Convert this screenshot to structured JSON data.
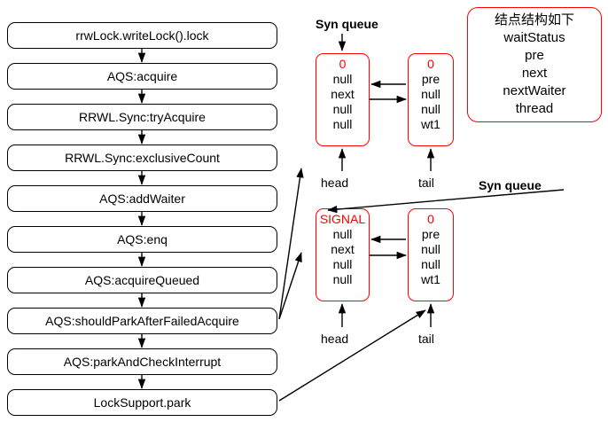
{
  "colors": {
    "node_border": "#FF0000",
    "status_text": "#FF0000",
    "box_border": "#000000",
    "arrow": "#000000",
    "background": "#FFFFFF"
  },
  "flow": {
    "steps": [
      {
        "label": "rrwLock.writeLock().lock"
      },
      {
        "label": "AQS:acquire"
      },
      {
        "label": "RRWL.Sync:tryAcquire"
      },
      {
        "label": "RRWL.Sync:exclusiveCount"
      },
      {
        "label": "AQS:addWaiter"
      },
      {
        "label": "AQS:enq"
      },
      {
        "label": "AQS:acquireQueued"
      },
      {
        "label": "AQS:shouldParkAfterFailedAcquire"
      },
      {
        "label": "AQS:parkAndCheckInterrupt"
      },
      {
        "label": "LockSupport.park"
      }
    ]
  },
  "queues": [
    {
      "title": "Syn queue",
      "head_label": "head",
      "tail_label": "tail",
      "nodes": [
        {
          "name": "head-node",
          "fields": [
            "0",
            "null",
            "next",
            "null",
            "null"
          ]
        },
        {
          "name": "tail-node",
          "fields": [
            "0",
            "pre",
            "null",
            "null",
            "wt1"
          ]
        }
      ]
    },
    {
      "title": "Syn queue",
      "head_label": "head",
      "tail_label": "tail",
      "nodes": [
        {
          "name": "head-node",
          "fields": [
            "SIGNAL",
            "null",
            "next",
            "null",
            "null"
          ]
        },
        {
          "name": "tail-node",
          "fields": [
            "0",
            "pre",
            "null",
            "null",
            "wt1"
          ]
        }
      ]
    }
  ],
  "legend": {
    "title": "结点结构如下",
    "fields": [
      "waitStatus",
      "pre",
      "next",
      "nextWaiter",
      "thread"
    ]
  }
}
